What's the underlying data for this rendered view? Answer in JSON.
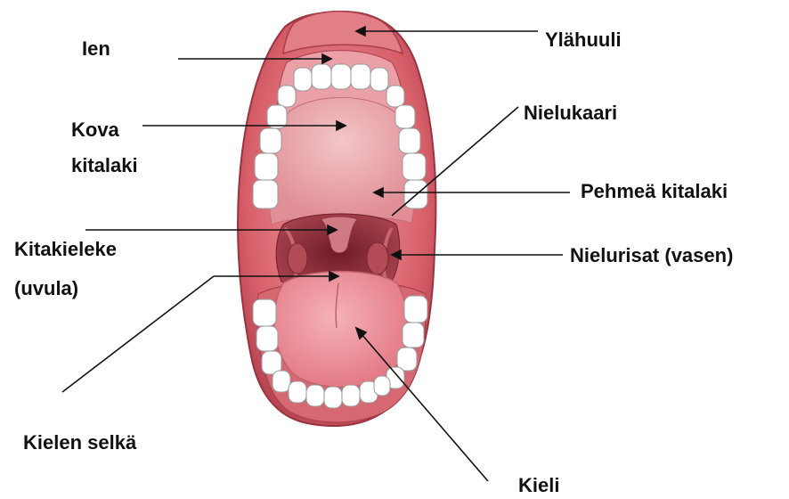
{
  "diagram": {
    "labels": {
      "ien": "Ien",
      "kova_kitalaki": [
        "Kova",
        "kitalaki"
      ],
      "kitakieleke": [
        "Kitakieleke",
        "(uvula)"
      ],
      "kielen_selka": "Kielen selkä",
      "ylahuuli": "Ylähuuli",
      "nielukaari": "Nielukaari",
      "pehmea_kitalaki": "Pehmeä kitalaki",
      "nielurisat": "Nielurisat (vasen)",
      "kieli": "Kieli"
    },
    "colors": {
      "lip": "#d8606a",
      "lip_dark": "#a83e4a",
      "palate": "#e9a9ad",
      "throat": "#8c2f3a",
      "tongue": "#ec8e98",
      "teeth": "#ffffff",
      "leader": "#111111"
    }
  }
}
